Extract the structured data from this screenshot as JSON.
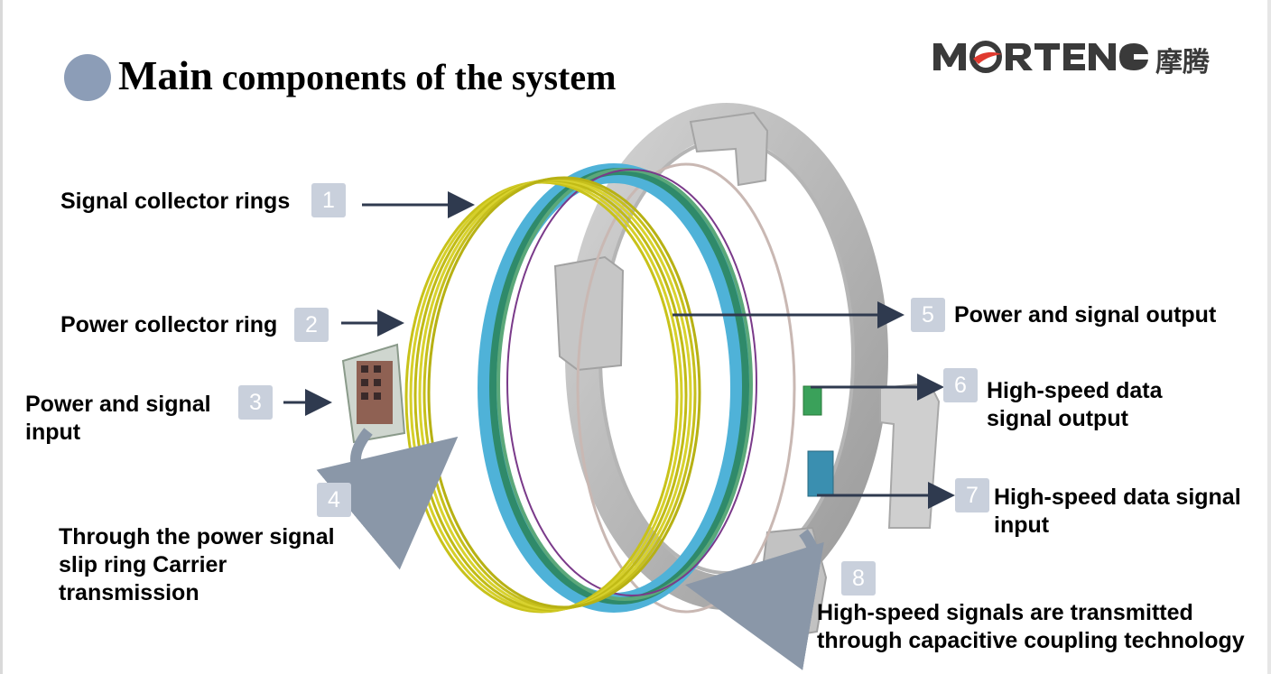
{
  "title": {
    "first_word": "Main",
    "rest": " components of the system"
  },
  "logo": {
    "brand": "MORTENG",
    "chinese": "摩腾"
  },
  "colors": {
    "badge": "#c9d0dc",
    "bullet": "#8c9db7",
    "logo_red": "#e03a2f",
    "logo_gray": "#3a3a3a",
    "arrow": "#2f3a4f"
  },
  "components": [
    {
      "num": "1",
      "label": "Signal collector rings"
    },
    {
      "num": "2",
      "label": "Power collector ring"
    },
    {
      "num": "3",
      "label": "Power and signal input"
    },
    {
      "num": "4",
      "label": "Through the power signal slip ring Carrier transmission"
    },
    {
      "num": "5",
      "label": "Power and signal output"
    },
    {
      "num": "6",
      "label": "High-speed data signal output"
    },
    {
      "num": "7",
      "label": "High-speed data signal input"
    },
    {
      "num": "8",
      "label": "High-speed signals are transmitted through capacitive coupling technology"
    }
  ]
}
